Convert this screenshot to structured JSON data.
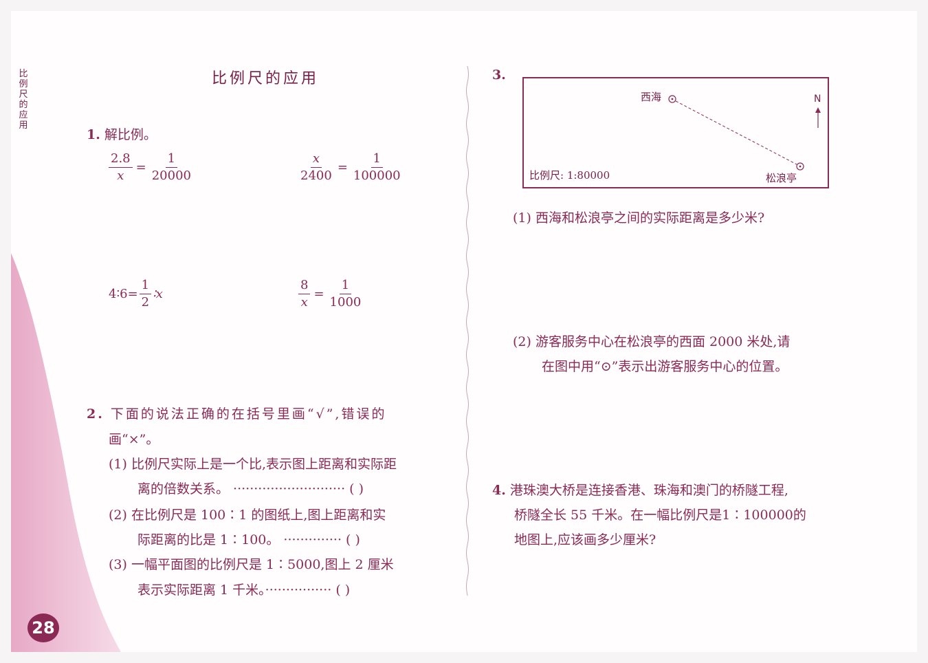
{
  "side_title": "比例尺的应用",
  "page_number": "28",
  "title": "比例尺的应用",
  "q1": {
    "number": "1.",
    "text": "解比例。",
    "eq1": {
      "a_num": "2.8",
      "a_den": "x",
      "b_num": "1",
      "b_den": "20000"
    },
    "eq2": {
      "a_num": "x",
      "a_den": "2400",
      "b_num": "1",
      "b_den": "100000"
    },
    "eq3": {
      "left": "4∶6=",
      "b_num": "1",
      "b_den": "2",
      "right": "∶x"
    },
    "eq4": {
      "a_num": "8",
      "a_den": "x",
      "b_num": "1",
      "b_den": "1000"
    }
  },
  "q2": {
    "number": "2.",
    "line1": "下面的说法正确的在括号里画“√”,错误的",
    "line2": "画“×”。",
    "items": [
      {
        "l1": "(1) 比例尺实际上是一个比,表示图上距离和实际距",
        "l2": "离的倍数关系。 ··························· (   )"
      },
      {
        "l1": "(2) 在比例尺是 100∶1 的图纸上,图上距离和实",
        "l2": "际距离的比是 1∶100。 ·············· (   )"
      },
      {
        "l1": "(3) 一幅平面图的比例尺是 1∶5000,图上 2 厘米",
        "l2": "表示实际距离 1 千米。················ (   )"
      }
    ]
  },
  "q3": {
    "number": "3.",
    "map": {
      "place1": "西海",
      "place2": "松浪亭",
      "north": "N",
      "scale": "比例尺: 1:80000"
    },
    "sub1": "(1) 西海和松浪亭之间的实际距离是多少米?",
    "sub2_l1": "(2) 游客服务中心在松浪亭的西面 2000 米处,请",
    "sub2_l2": "在图中用“⊙”表示出游客服务中心的位置。"
  },
  "q4": {
    "number": "4.",
    "l1": "港珠澳大桥是连接香港、珠海和澳门的桥隧工程,",
    "l2": "桥隧全长 55 千米。在一幅比例尺是1∶100000的",
    "l3": "地图上,应该画多少厘米?"
  },
  "colors": {
    "ink": "#8a2a55",
    "pink": "#e9b6cf"
  }
}
